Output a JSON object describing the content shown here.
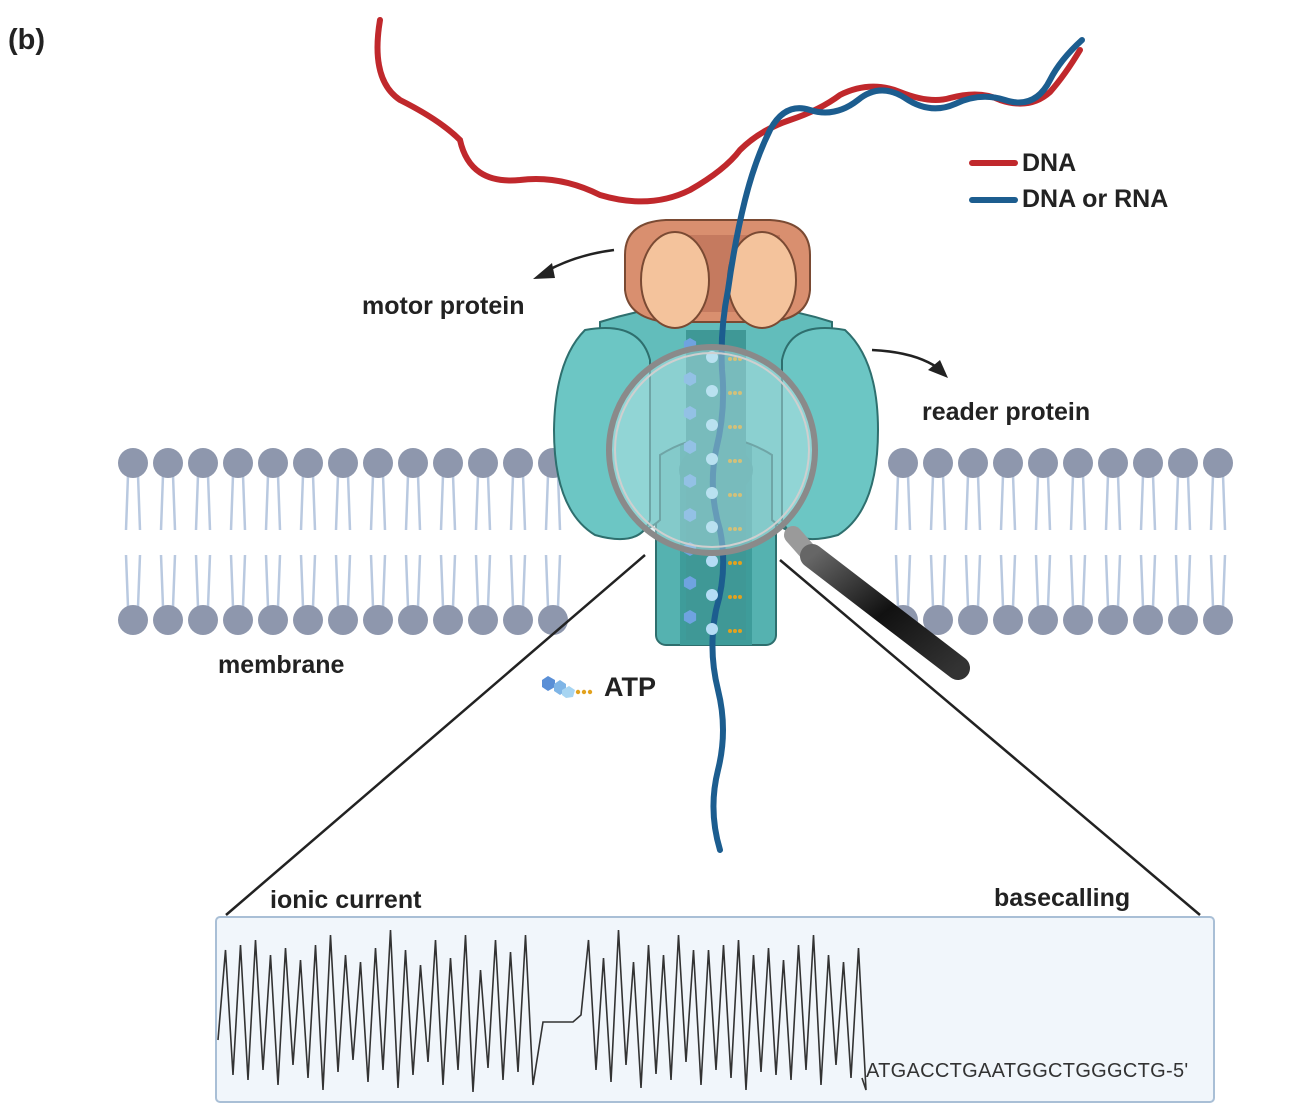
{
  "panel_label": "(b)",
  "labels": {
    "motor_protein": "motor protein",
    "reader_protein": "reader protein",
    "membrane": "membrane",
    "atp": "ATP",
    "ionic_current": "ionic current",
    "basecalling": "basecalling"
  },
  "legend": [
    {
      "label": "DNA",
      "color": "#c0282c"
    },
    {
      "label": "DNA or RNA",
      "color": "#1c5d8f"
    }
  ],
  "sequence": "ATGACCTGAATGGCTGGGCTG-5'",
  "colors": {
    "dna_red": "#c0282c",
    "dna_blue": "#1c5d8f",
    "motor_outer": "#d98f6f",
    "motor_inner": "#f4c39c",
    "pore": "#66c1bf",
    "lipid_head": "#8e97ad",
    "lipid_tail": "#b9c9e0"
  },
  "icons": [
    "arrow-icon",
    "magnifier-icon",
    "atp-icon"
  ]
}
